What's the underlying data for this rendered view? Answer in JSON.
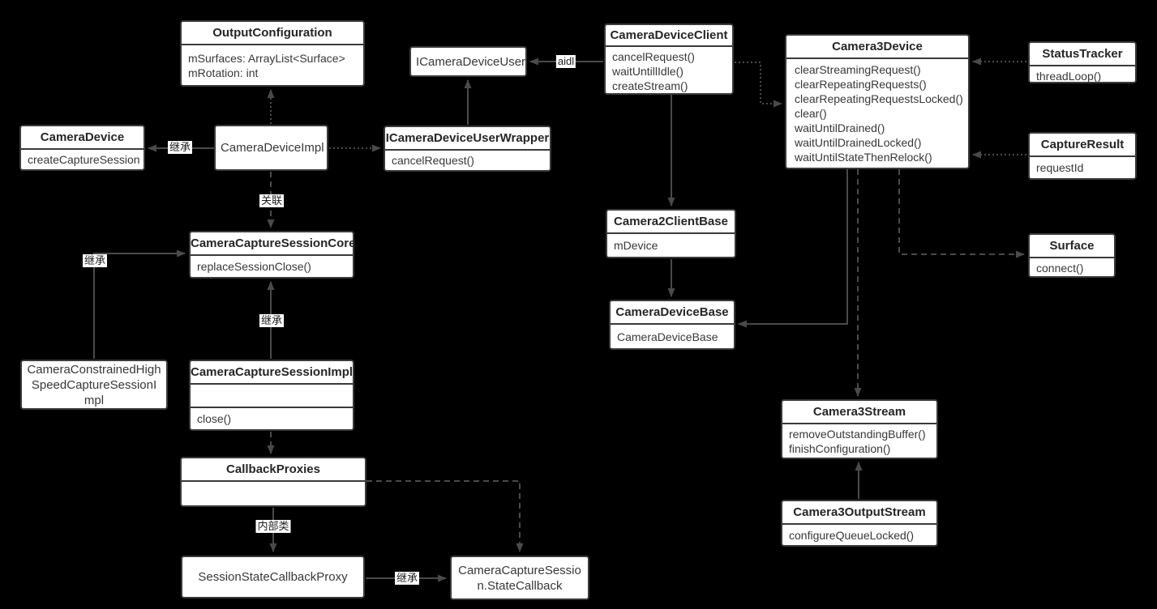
{
  "diagram": {
    "classes": {
      "output_configuration": {
        "title": "OutputConfiguration",
        "members": [
          "mSurfaces: ArrayList<Surface>",
          "mRotation: int"
        ]
      },
      "camera_device": {
        "title": "CameraDevice",
        "members": [
          "createCaptureSession"
        ]
      },
      "camera_device_impl": {
        "title": "CameraDeviceImpl"
      },
      "icamera_device_user": {
        "title": "ICameraDeviceUser"
      },
      "icamera_device_user_wrapper": {
        "title": "ICameraDeviceUserWrapper",
        "members": [
          "cancelRequest()"
        ]
      },
      "camera_device_client": {
        "title": "CameraDeviceClient",
        "members": [
          "cancelRequest()",
          "waitUntillIdle()",
          "createStream()"
        ]
      },
      "camera3_device": {
        "title": "Camera3Device",
        "members": [
          "clearStreamingRequest()",
          "clearRepeatingRequests()",
          "clearRepeatingRequestsLocked()",
          "clear()",
          "waitUntilDrained()",
          "waitUntilDrainedLocked()",
          "waitUntilStateThenRelock()"
        ]
      },
      "status_tracker": {
        "title": "StatusTracker",
        "members": [
          "threadLoop()"
        ]
      },
      "capture_result": {
        "title": "CaptureResult",
        "members": [
          "requestId"
        ]
      },
      "surface": {
        "title": "Surface",
        "members": [
          "connect()"
        ]
      },
      "camera2_client_base": {
        "title": "Camera2ClientBase",
        "members": [
          "mDevice"
        ]
      },
      "camera_device_base": {
        "title": "CameraDeviceBase",
        "members": [
          "CameraDeviceBase"
        ]
      },
      "camera_capture_session_core": {
        "title": "CameraCaptureSessionCore",
        "members": [
          "replaceSessionClose()"
        ]
      },
      "camera_constrained_high_speed_capture_session_impl": {
        "title": "CameraConstrainedHighSpeedCaptureSessionImpl"
      },
      "camera_capture_session_impl": {
        "title": "CameraCaptureSessionImpl",
        "members": [
          "close()"
        ]
      },
      "callback_proxies": {
        "title": "CallbackProxies"
      },
      "session_state_callback_proxy": {
        "title": "SessionStateCallbackProxy"
      },
      "camera_capture_session_state_callback": {
        "title": "CameraCaptureSession.StateCallback"
      },
      "camera3_stream": {
        "title": "Camera3Stream",
        "members": [
          "removeOutstandingBuffer()",
          "finishConfiguration()"
        ]
      },
      "camera3_output_stream": {
        "title": "Camera3OutputStream",
        "members": [
          "configureQueueLocked()"
        ]
      }
    },
    "edge_labels": {
      "inherit": "继承",
      "association": "关联",
      "inner_class": "内部类",
      "aidl": "aidl"
    }
  }
}
